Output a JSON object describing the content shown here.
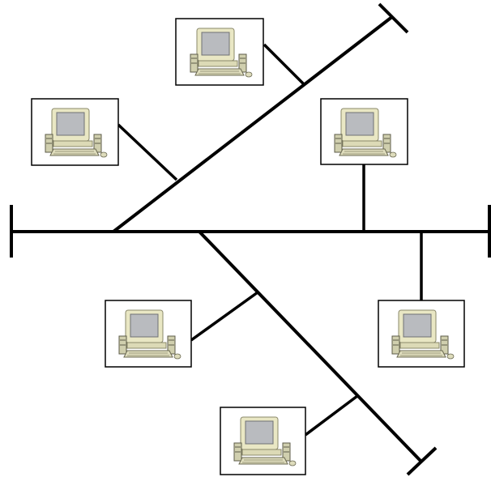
{
  "diagram": {
    "kind": "bus network topology",
    "computer_icon": "desktop-computer-icon",
    "colors": {
      "line": "#000000",
      "monitor_body": "#e9e7c4",
      "screen": "#b9bbbf",
      "tower": "#d8d6b2",
      "keyboard": "#dedcbc"
    },
    "computers": [
      {
        "id": "pc-top-center"
      },
      {
        "id": "pc-upper-left"
      },
      {
        "id": "pc-upper-right"
      },
      {
        "id": "pc-lower-left"
      },
      {
        "id": "pc-lower-right"
      },
      {
        "id": "pc-bottom-center"
      }
    ]
  }
}
